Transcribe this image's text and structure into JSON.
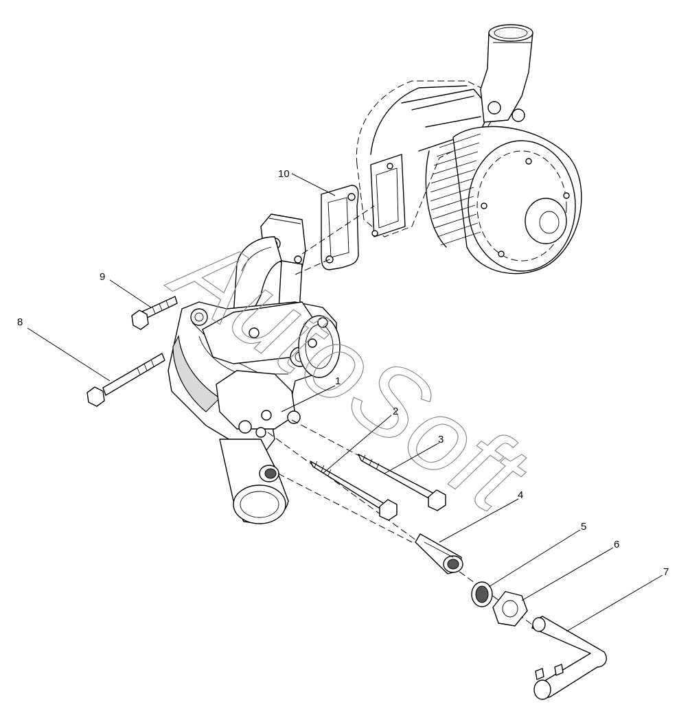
{
  "watermark": "AutoSoft",
  "callouts": [
    "1",
    "2",
    "3",
    "4",
    "5",
    "6",
    "7",
    "8",
    "9",
    "10"
  ]
}
